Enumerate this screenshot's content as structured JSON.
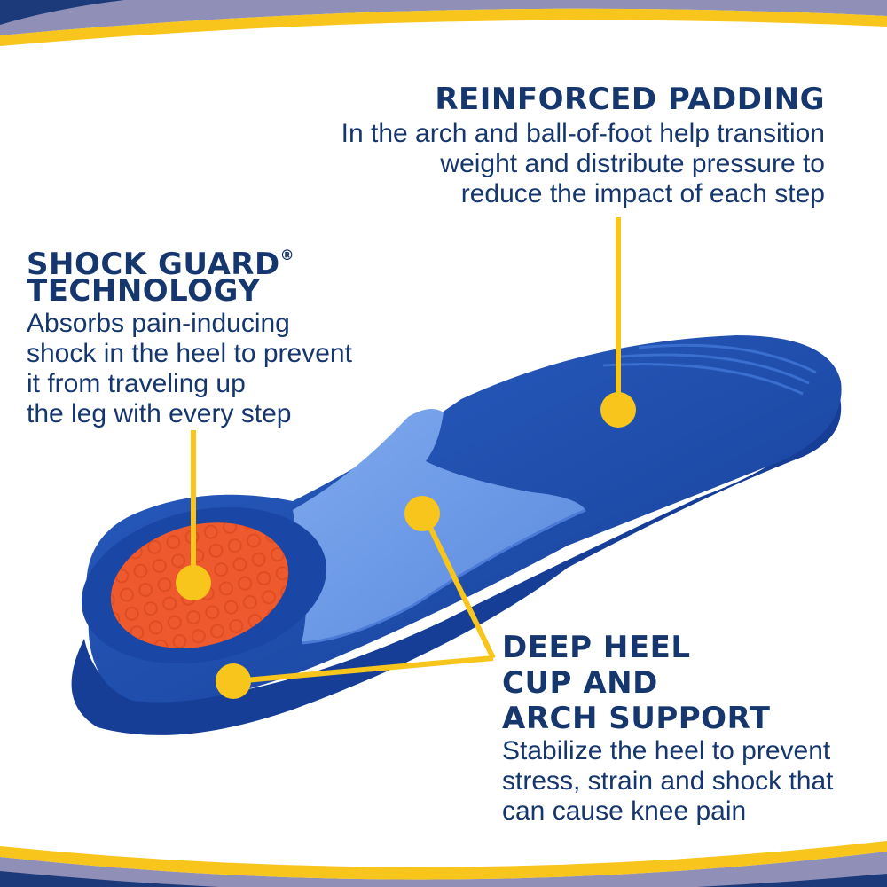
{
  "callouts": {
    "reinforced_padding": {
      "title": "REINFORCED PADDING",
      "lines": [
        "In the arch and ball-of-foot help transition",
        "weight and distribute pressure to",
        "reduce the impact of each step"
      ]
    },
    "shock_guard": {
      "title_lines": [
        "SHOCK GUARD",
        "TECHNOLOGY"
      ],
      "registered_mark": "®",
      "lines": [
        "Absorbs pain-inducing",
        "shock in the heel to prevent",
        "it from traveling up",
        "the leg with every step"
      ]
    },
    "deep_heel": {
      "title_lines": [
        "DEEP HEEL",
        "CUP AND",
        "ARCH SUPPORT"
      ],
      "lines": [
        "Stabilize the heel to prevent",
        "stress, strain and shock that",
        "can cause knee pain"
      ]
    }
  },
  "colors": {
    "text_navy": "#16366e",
    "insole_blue": "#1f4fb3",
    "insole_dark": "#163e96",
    "arch_light_blue": "#6a9ae6",
    "heel_pad_orange": "#ee5a2d",
    "callout_yellow": "#f7c51c",
    "border_gray": "#8f8fb8",
    "border_navy": "#1c3a7a"
  }
}
